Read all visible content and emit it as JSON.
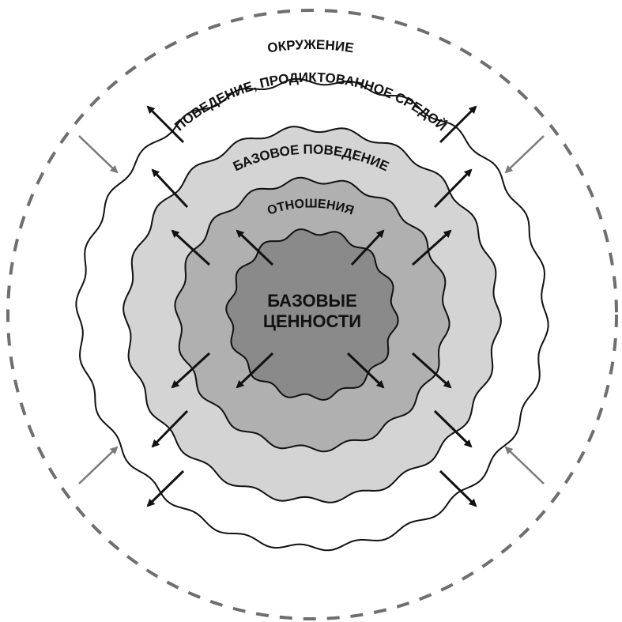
{
  "diagram": {
    "layers": {
      "environment": "ОКРУЖЕНИЕ",
      "environment_behavior": "ПОВЕДЕНИЕ, ПРОДИКТОВАННОЕ СРЕДОЙ",
      "basic_behavior": "БАЗОВОЕ ПОВЕДЕНИЕ",
      "attitudes": "ОТНОШЕНИЯ",
      "core_line1": "БАЗОВЫЕ",
      "core_line2": "ЦЕННОСТИ"
    },
    "colors": {
      "outer_fill": "#ffffff",
      "basic_behavior_fill": "#d4d4d4",
      "attitudes_fill": "#b0b0b0",
      "core_fill": "#8a8a8a",
      "stroke": "#111111",
      "dashed_stroke": "#6e6e6e",
      "inward_arrow": "#7a7a7a"
    }
  }
}
